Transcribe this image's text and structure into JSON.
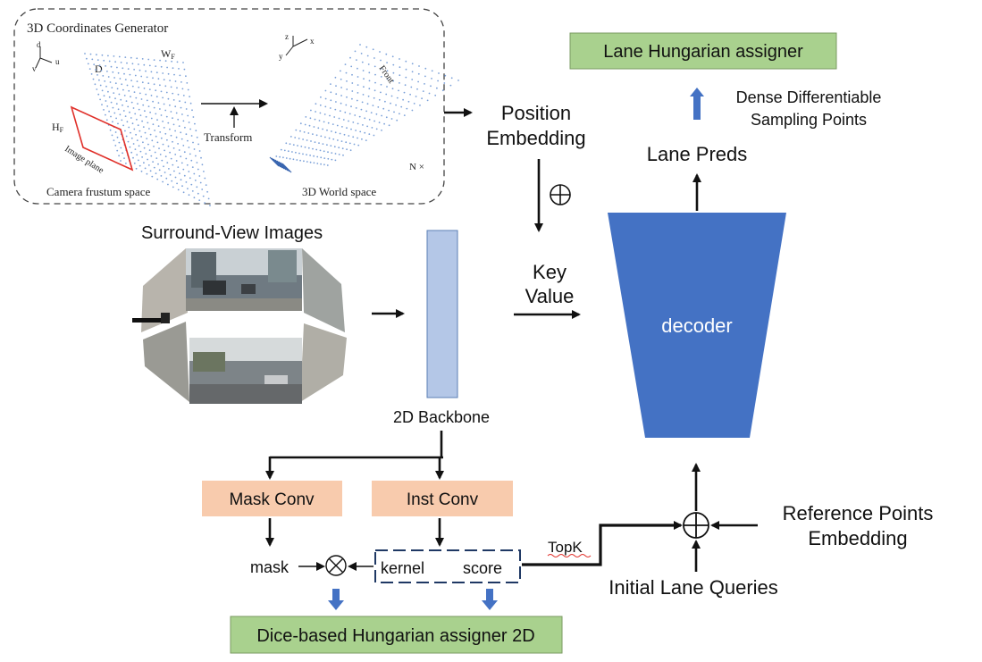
{
  "generator": {
    "title": "3D Coordinates Generator",
    "camera_axes": [
      "d",
      "u",
      "v"
    ],
    "label_D": "D",
    "label_WF": "W",
    "label_WF_sub": "F",
    "label_HF": "H",
    "label_HF_sub": "F",
    "image_plane": "Image plane",
    "camera_space": "Camera frustum space",
    "transform": "Transform",
    "world_axes": [
      "z",
      "x",
      "y"
    ],
    "front": "Front",
    "n_times": "N ×",
    "world_space": "3D World space"
  },
  "position_embedding": [
    "Position",
    "Embedding"
  ],
  "oplus_symbol": "⊕",
  "otimes_symbol": "⊗",
  "surround_title": "Surround-View Images",
  "key_value": [
    "Key",
    "Value"
  ],
  "backbone_label": "2D Backbone",
  "decoder_label": "decoder",
  "lane_preds": "Lane Preds",
  "lane_hungarian": "Lane Hungarian assigner",
  "dense_sampling": [
    "Dense Differentiable",
    "Sampling Points"
  ],
  "mask_conv": "Mask Conv",
  "inst_conv": "Inst Conv",
  "mask_label": "mask",
  "kernel_label": "kernel",
  "score_label": "score",
  "topk_label": "TopK",
  "dice_assigner": "Dice-based Hungarian assigner 2D",
  "reference_points": [
    "Reference Points",
    "Embedding"
  ],
  "initial_queries": "Initial Lane Queries",
  "colors": {
    "decoder_blue": "#4472c4",
    "backbone_fill": "#b4c7e7",
    "conv_fill": "#f8cbad",
    "assigner_fill": "#a9d18e",
    "dashed_border": "#1f3864",
    "block_arrow": "#4472c4"
  }
}
